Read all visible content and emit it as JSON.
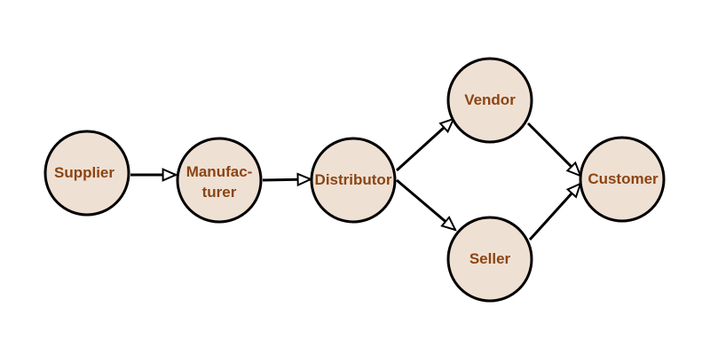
{
  "diagram": {
    "colors": {
      "node_fill": "#efe0d4",
      "node_stroke": "#000000",
      "label_text": "#8b4513",
      "edge": "#000000"
    },
    "nodes": {
      "supplier": {
        "label": "Supplier"
      },
      "manufacturer": {
        "label_line1": "Manufac-",
        "label_line2": "turer"
      },
      "distributor": {
        "label": "Distributor"
      },
      "vendor": {
        "label": "Vendor"
      },
      "seller": {
        "label": "Seller"
      },
      "customer": {
        "label": "Customer"
      }
    },
    "edges": [
      {
        "from": "Supplier",
        "to": "Manufacturer"
      },
      {
        "from": "Manufacturer",
        "to": "Distributor"
      },
      {
        "from": "Distributor",
        "to": "Vendor"
      },
      {
        "from": "Distributor",
        "to": "Seller"
      },
      {
        "from": "Vendor",
        "to": "Customer"
      },
      {
        "from": "Seller",
        "to": "Customer"
      }
    ]
  }
}
